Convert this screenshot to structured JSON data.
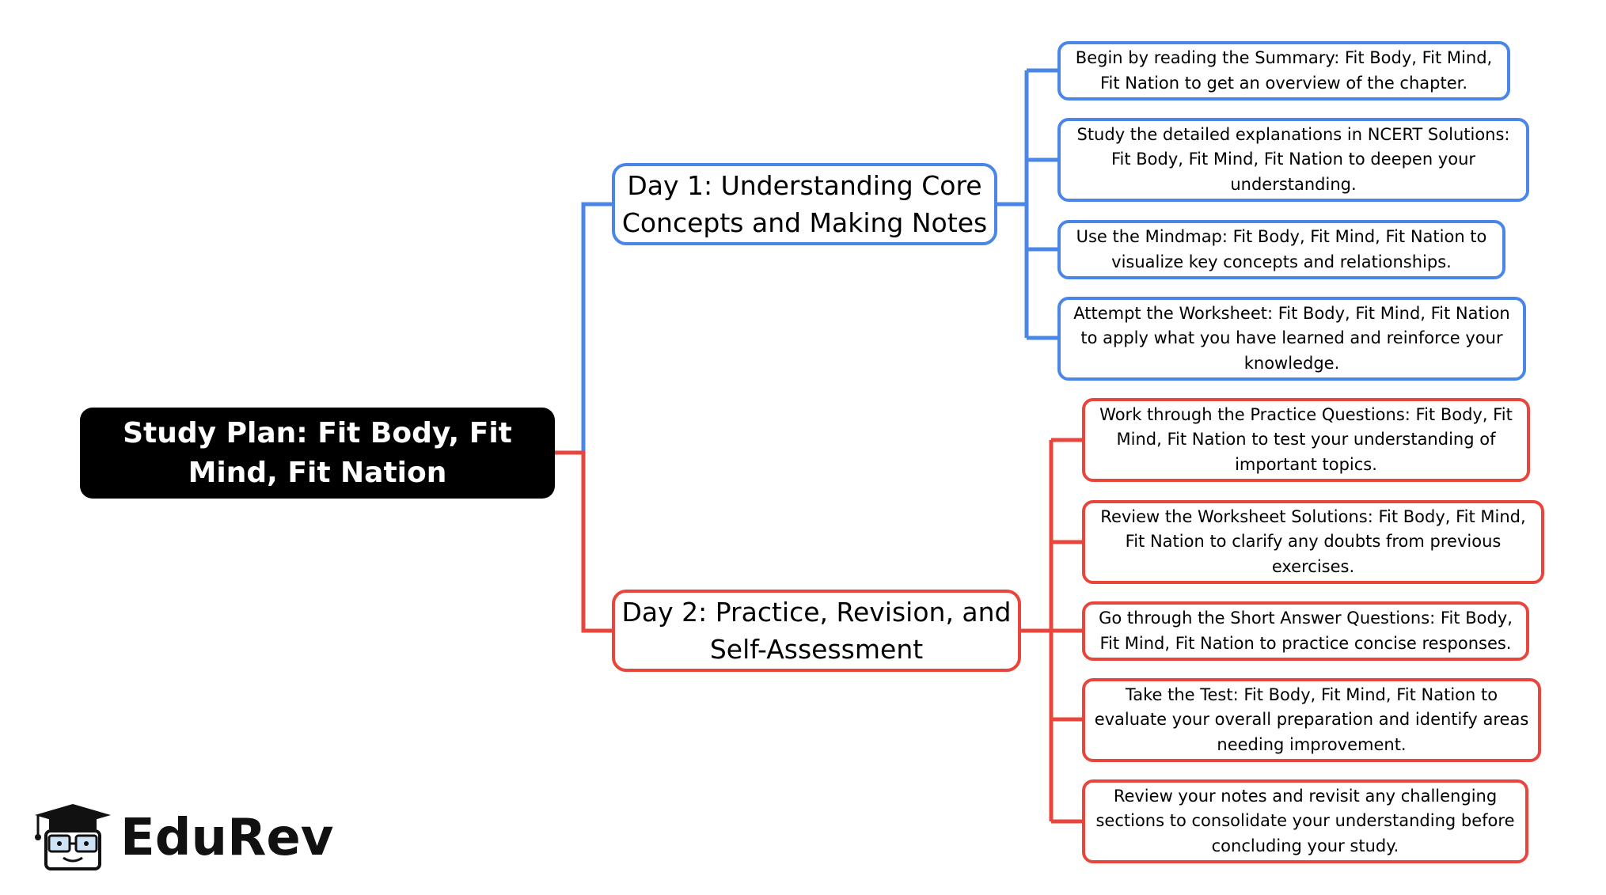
{
  "root": {
    "title": "Study Plan: Fit Body, Fit Mind, Fit Nation"
  },
  "days": [
    {
      "label": "Day 1: Understanding Core Concepts and Making Notes",
      "color": "#4a86e8",
      "items": [
        "Begin by reading the Summary: Fit Body, Fit Mind, Fit Nation to get an overview of the chapter.",
        "Study the detailed explanations in NCERT Solutions: Fit Body, Fit Mind, Fit Nation to deepen your understanding.",
        "Use the Mindmap: Fit Body, Fit Mind, Fit Nation to visualize key concepts and relationships.",
        "Attempt the Worksheet: Fit Body, Fit Mind, Fit Nation to apply what you have learned and reinforce your knowledge."
      ]
    },
    {
      "label": "Day 2: Practice, Revision, and Self-Assessment",
      "color": "#e8453c",
      "items": [
        "Work through the Practice Questions: Fit Body, Fit Mind, Fit Nation to test your understanding of important topics.",
        "Review the Worksheet Solutions: Fit Body, Fit Mind, Fit Nation to clarify any doubts from previous exercises.",
        "Go through the Short Answer Questions: Fit Body, Fit Mind, Fit Nation to practice concise responses.",
        "Take the Test: Fit Body, Fit Mind, Fit Nation to evaluate your overall preparation and identify areas needing improvement.",
        "Review your notes and revisit any challenging sections to consolidate your understanding before concluding your study."
      ]
    }
  ],
  "logo": {
    "text": "EduRev",
    "icon": "graduation-cap-mascot-icon"
  }
}
